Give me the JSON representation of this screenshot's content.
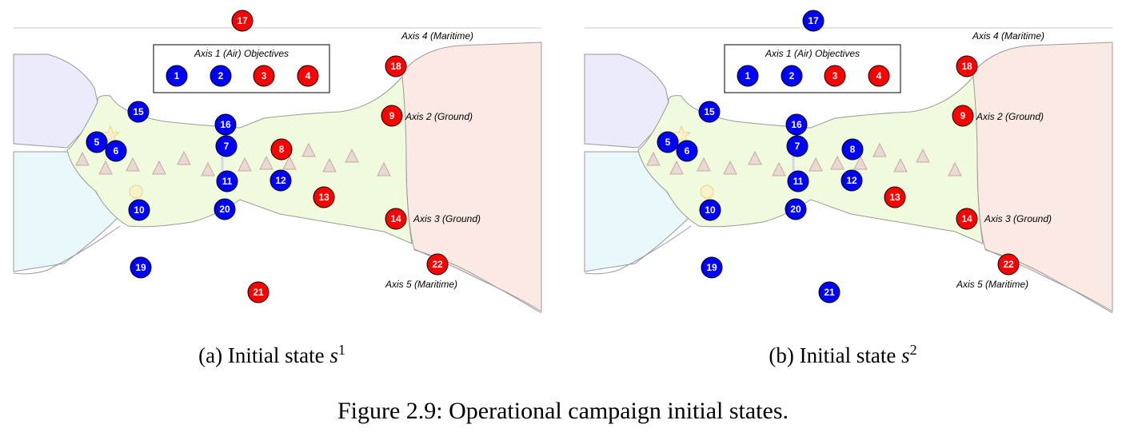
{
  "colors": {
    "blue": "#0000ff",
    "red": "#ff0000",
    "land": "#f0fadc",
    "north_sea": "#ecebfb",
    "south_sea": "#e9f9fb",
    "east_land": "#fbeae4",
    "coast": "#9a9a9a"
  },
  "legend_title": "Axis 1 (Air) Objectives",
  "labels": {
    "axis4": "Axis 4 (Maritime)",
    "axis2": "Axis 2 (Ground)",
    "axis3": "Axis 3 (Ground)",
    "axis5": "Axis 5 (Maritime)"
  },
  "panels": [
    {
      "caption_text": "(a) Initial state ",
      "caption_symbol": "s",
      "caption_sup": "1",
      "legend": [
        {
          "n": "1",
          "side": "blue"
        },
        {
          "n": "2",
          "side": "blue"
        },
        {
          "n": "3",
          "side": "red"
        },
        {
          "n": "4",
          "side": "red"
        }
      ],
      "units": {
        "5": "blue",
        "6": "blue",
        "7": "blue",
        "8": "red",
        "9": "red",
        "10": "blue",
        "11": "blue",
        "12": "blue",
        "13": "red",
        "14": "red",
        "15": "blue",
        "16": "blue",
        "17": "red",
        "18": "red",
        "19": "blue",
        "20": "blue",
        "21": "red",
        "22": "red"
      }
    },
    {
      "caption_text": "(b) Initial state ",
      "caption_symbol": "s",
      "caption_sup": "2",
      "legend": [
        {
          "n": "1",
          "side": "blue"
        },
        {
          "n": "2",
          "side": "blue"
        },
        {
          "n": "3",
          "side": "red"
        },
        {
          "n": "4",
          "side": "red"
        }
      ],
      "units": {
        "5": "blue",
        "6": "blue",
        "7": "blue",
        "8": "blue",
        "9": "red",
        "10": "blue",
        "11": "blue",
        "12": "blue",
        "13": "red",
        "14": "red",
        "15": "blue",
        "16": "blue",
        "17": "blue",
        "18": "red",
        "19": "blue",
        "20": "blue",
        "21": "blue",
        "22": "red"
      }
    }
  ],
  "figure_caption": "Figure 2.9: Operational campaign initial states."
}
